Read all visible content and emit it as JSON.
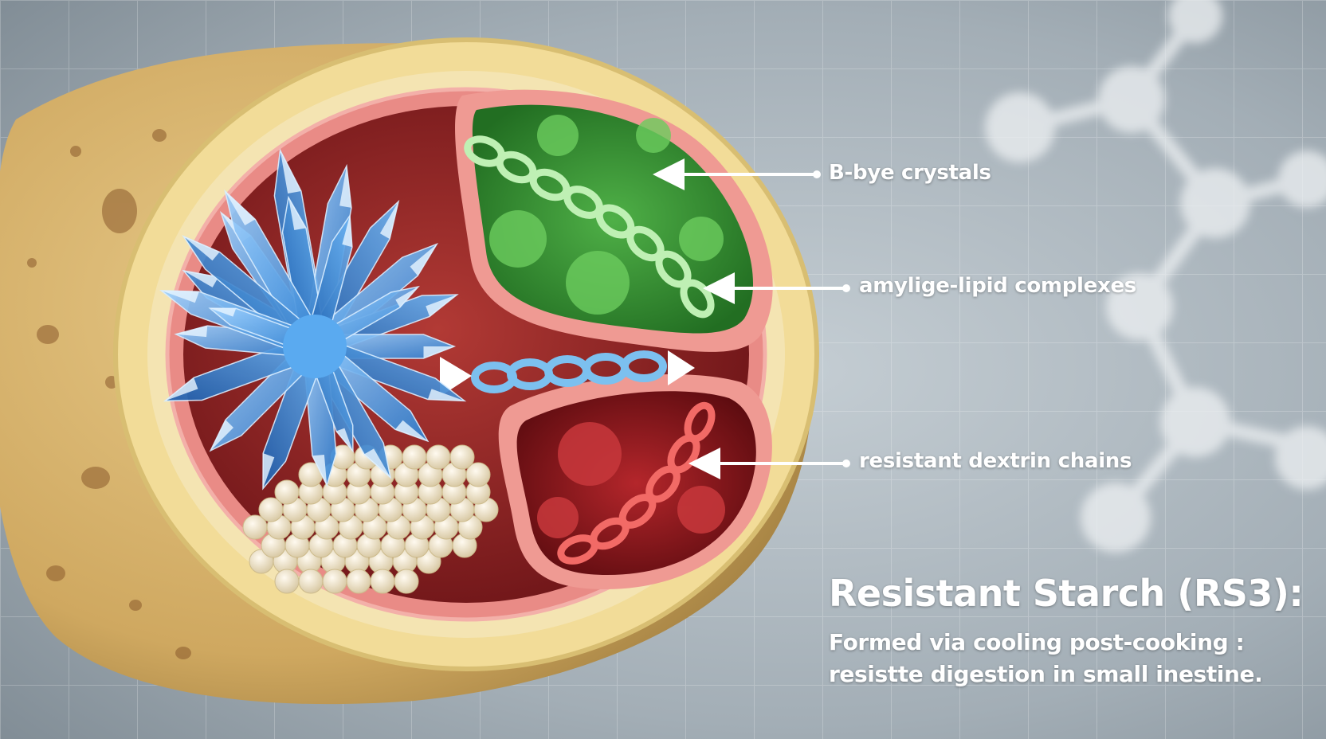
{
  "callouts": {
    "crystals": "B-bye crystals",
    "complexes": "amylige-lipid complexes",
    "dextrin": "resistant dextrin chains"
  },
  "heading": {
    "title": "Resistant Starch (RS3):",
    "line1": "Formed via cooling post-cooking :",
    "line2": "resistte digestion in small inestine."
  },
  "colors": {
    "crystal": "#4a9be0",
    "green_chamber": "#3e9b3a",
    "red_chamber": "#8f1a1f",
    "potato_skin": "#d9b870",
    "granules": "#f2e6c8"
  }
}
